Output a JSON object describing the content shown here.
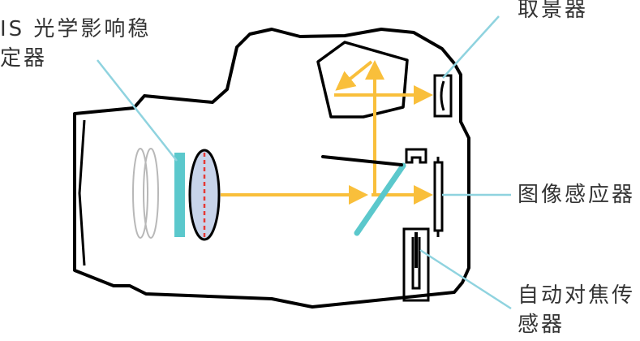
{
  "labels": {
    "is_stabilizer": "IS 光学影响稳定器",
    "viewfinder": "取景器",
    "image_sensor": "图像感应器",
    "af_sensor": "自动对焦传感器"
  },
  "colors": {
    "outline": "#000000",
    "light_ray": "#f9bf3b",
    "stabilizer_element": "#5bc8cc",
    "leader_line": "#8fd3df",
    "lens_fill": "#c8d4ea",
    "lens_axis": "#e53935",
    "ghost_lens": "#b8b8b8"
  }
}
